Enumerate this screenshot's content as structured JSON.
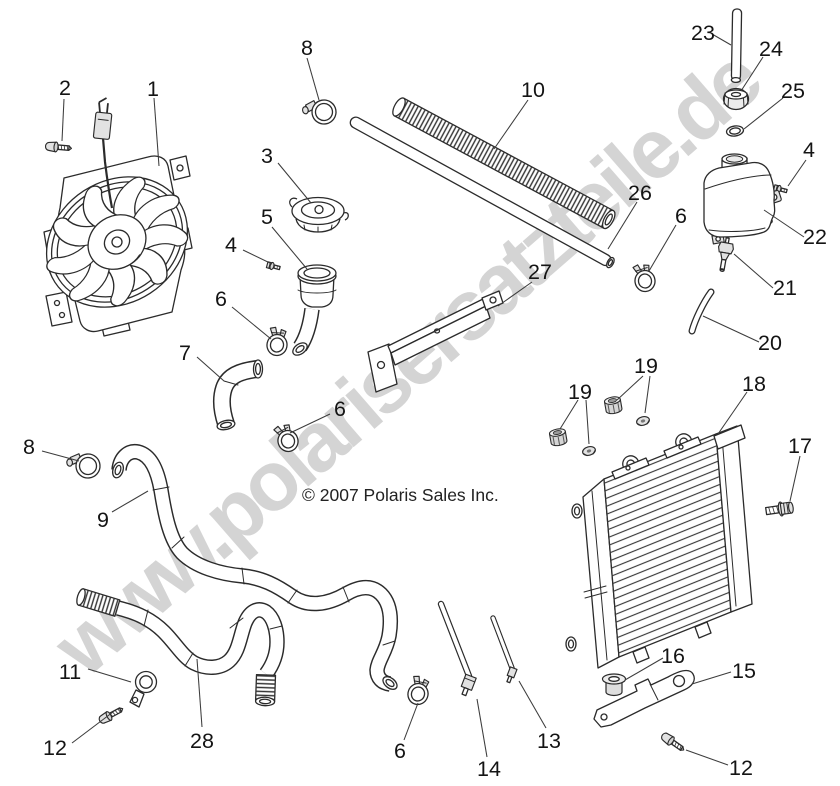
{
  "watermark": {
    "text": "www.polarisersatzteile.de",
    "color": "#d4d4d4"
  },
  "copyright": "© 2007 Polaris Sales Inc.",
  "callouts": [
    "1",
    "2",
    "8",
    "3",
    "5",
    "4",
    "6",
    "7",
    "6",
    "8",
    "9",
    "11",
    "12",
    "28",
    "6",
    "14",
    "13",
    "10",
    "26",
    "27",
    "23",
    "24",
    "25",
    "4",
    "22",
    "6",
    "21",
    "20",
    "19",
    "19",
    "18",
    "17",
    "16",
    "15",
    "12"
  ],
  "colors": {
    "line": "#2b2b2b",
    "background": "#ffffff",
    "label": "#141414",
    "watermark": "#d4d4d4"
  }
}
